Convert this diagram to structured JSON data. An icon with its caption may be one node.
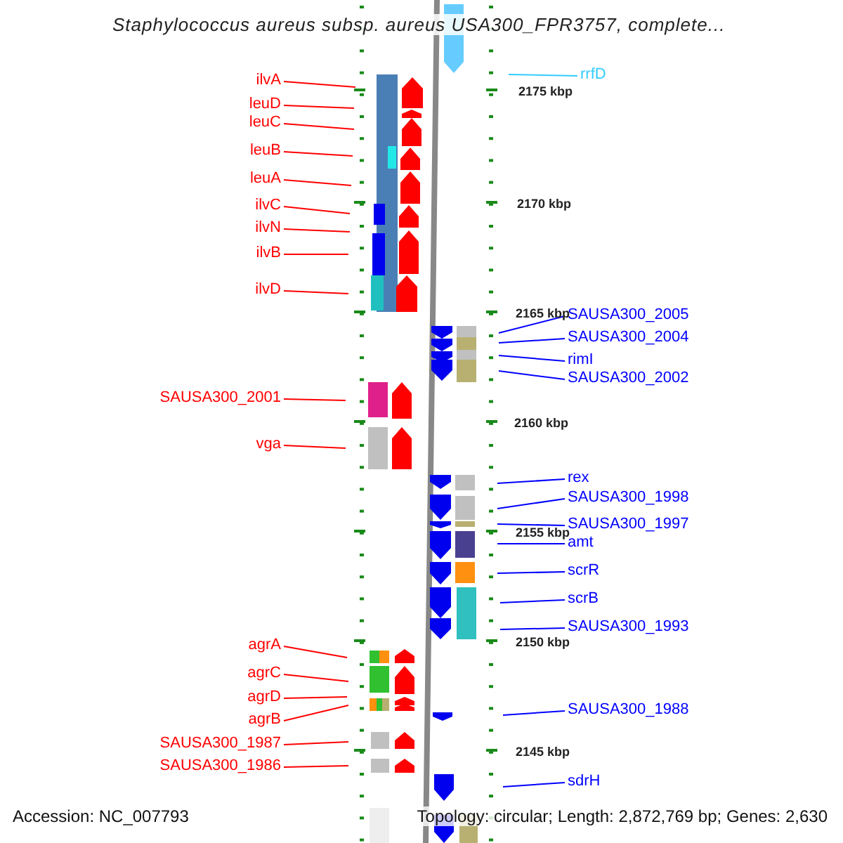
{
  "diagram": {
    "title": "Staphylococcus aureus subsp. aureus USA300_FPR3757, complete...",
    "nodes": [
      {
        "text": [
          "rrfD"
        ]
      },
      {
        "text": [
          "ilvA"
        ]
      },
      {
        "text": [
          "leuD"
        ]
      },
      {
        "text": [
          "leuC"
        ]
      },
      {
        "text": [
          "leuB"
        ]
      },
      {
        "text": [
          "leuA"
        ]
      },
      {
        "text": [
          "ilvC"
        ]
      },
      {
        "text": [
          "ilvN"
        ]
      },
      {
        "text": [
          "ilvB"
        ]
      },
      {
        "text": [
          "ilvD"
        ]
      },
      {
        "text": [
          "SAUSA300_2005"
        ]
      },
      {
        "text": [
          "SAUSA300_2004"
        ]
      },
      {
        "text": [
          "rimI"
        ]
      },
      {
        "text": [
          "SAUSA300_2002"
        ]
      },
      {
        "text": [
          "SAUSA300_2001"
        ]
      },
      {
        "text": [
          "vga"
        ]
      },
      {
        "text": [
          "rex"
        ]
      },
      {
        "text": [
          "SAUSA300_1998"
        ]
      },
      {
        "text": [
          "SAUSA300_1997"
        ]
      },
      {
        "text": [
          "amt"
        ]
      },
      {
        "text": [
          "scrR"
        ]
      },
      {
        "text": [
          "scrB"
        ]
      },
      {
        "text": [
          "SAUSA300_1993"
        ]
      },
      {
        "text": [
          "agrA"
        ]
      },
      {
        "text": [
          "agrC"
        ]
      },
      {
        "text": [
          "agrD"
        ]
      },
      {
        "text": [
          "agrB"
        ]
      },
      {
        "text": [
          "SAUSA300_1988"
        ]
      },
      {
        "text": [
          "SAUSA300_1987"
        ]
      },
      {
        "text": [
          "SAUSA300_1986"
        ]
      },
      {
        "text": [
          "sdrH"
        ]
      }
    ],
    "edges": [
      {
        "from": 0,
        "to": null,
        "arrow": "none",
        "color": "#33ccff"
      },
      {
        "from": 1,
        "to": null,
        "arrow": "none"
      },
      {
        "from": 2,
        "to": null,
        "arrow": "none"
      },
      {
        "from": 3,
        "to": null,
        "arrow": "none"
      },
      {
        "from": 4,
        "to": null,
        "arrow": "none"
      },
      {
        "from": 5,
        "to": null,
        "arrow": "none"
      },
      {
        "from": 6,
        "to": null,
        "arrow": "none"
      },
      {
        "from": 7,
        "to": null,
        "arrow": "none"
      },
      {
        "from": 8,
        "to": null,
        "arrow": "none"
      },
      {
        "from": 9,
        "to": null,
        "arrow": "none"
      },
      {
        "from": 10,
        "to": null,
        "arrow": "none",
        "color": "#0000ff"
      },
      {
        "from": 11,
        "to": null,
        "arrow": "none",
        "color": "#0000ff"
      },
      {
        "from": 12,
        "to": null,
        "arrow": "none",
        "color": "#0000ff"
      },
      {
        "from": 13,
        "to": null,
        "arrow": "none",
        "color": "#0000ff"
      },
      {
        "from": 14,
        "to": null,
        "arrow": "none"
      },
      {
        "from": 15,
        "to": null,
        "arrow": "none"
      },
      {
        "from": 16,
        "to": null,
        "arrow": "none",
        "color": "#0000ff"
      },
      {
        "from": 17,
        "to": null,
        "arrow": "none",
        "color": "#0000ff"
      },
      {
        "from": 18,
        "to": null,
        "arrow": "none",
        "color": "#0000ff"
      },
      {
        "from": 19,
        "to": null,
        "arrow": "none",
        "color": "#0000ff"
      },
      {
        "from": 20,
        "to": null,
        "arrow": "none",
        "color": "#0000ff"
      },
      {
        "from": 21,
        "to": null,
        "arrow": "none",
        "color": "#0000ff"
      },
      {
        "from": 22,
        "to": null,
        "arrow": "none",
        "color": "#0000ff"
      },
      {
        "from": 23,
        "to": null,
        "arrow": "none"
      },
      {
        "from": 24,
        "to": null,
        "arrow": "none"
      },
      {
        "from": 25,
        "to": null,
        "arrow": "none"
      },
      {
        "from": 26,
        "to": null,
        "arrow": "none"
      },
      {
        "from": 27,
        "to": null,
        "arrow": "none",
        "color": "#0000ff"
      },
      {
        "from": 28,
        "to": null,
        "arrow": "none"
      },
      {
        "from": 29,
        "to": null,
        "arrow": "none"
      },
      {
        "from": 30,
        "to": null,
        "arrow": "none",
        "color": "#0000ff"
      }
    ],
    "labels": [
      "2175 kbp",
      "2170 kbp",
      "2165 kbp",
      "2160 kbp",
      "2155 kbp",
      "2150 kbp",
      "2145 kbp",
      "Accession: NC_007793",
      "Topology: circular; Length: 2,872,769 bp; Genes: 2,630"
    ]
  }
}
